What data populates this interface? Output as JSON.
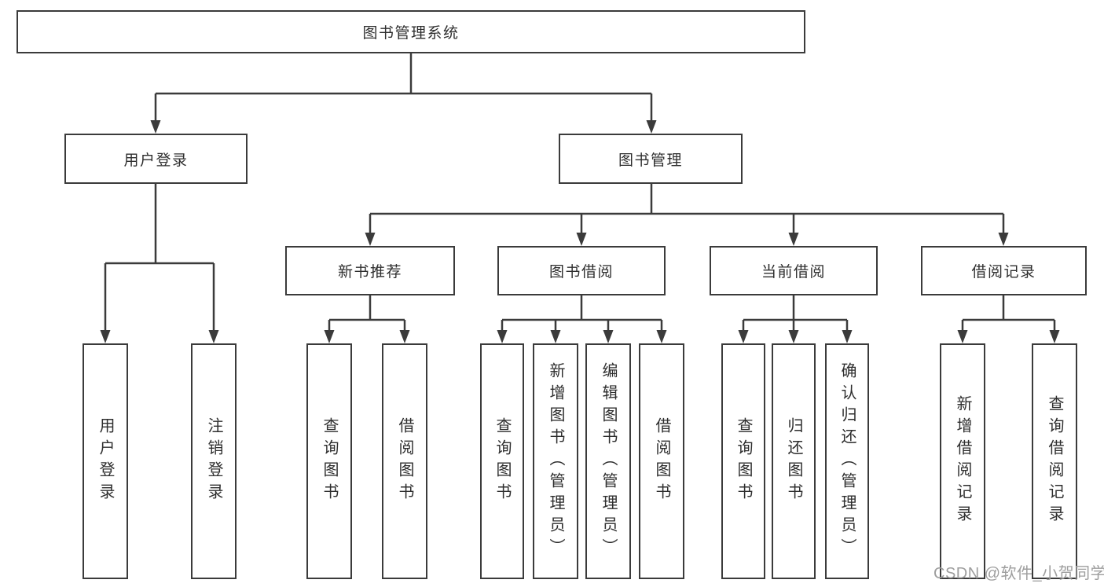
{
  "diagram_type": "hierarchy-tree",
  "colors": {
    "background": "#ffffff",
    "line": "#3b3b3b",
    "box_border": "#3b3b3b",
    "box_fill": "#ffffff",
    "text": "#2e2e2e",
    "watermark": "#9e9e9e"
  },
  "tree": {
    "label": "图书管理系统",
    "children": [
      {
        "label": "用户登录",
        "children": [
          "用户登录",
          "注销登录"
        ]
      },
      {
        "label": "图书管理",
        "children": [
          {
            "label": "新书推荐",
            "children": [
              "查询图书",
              "借阅图书"
            ]
          },
          {
            "label": "图书借阅",
            "children": [
              "查询图书",
              "新增图书（管理员）",
              "编辑图书（管理员）",
              "借阅图书"
            ]
          },
          {
            "label": "当前借阅",
            "children": [
              "查询图书",
              "归还图书",
              "确认归还（管理员）"
            ]
          },
          {
            "label": "借阅记录",
            "children": [
              "新增借阅记录",
              "查询借阅记录"
            ]
          }
        ]
      }
    ]
  },
  "watermark": {
    "text": "CSDN @软件_小贺同学"
  }
}
